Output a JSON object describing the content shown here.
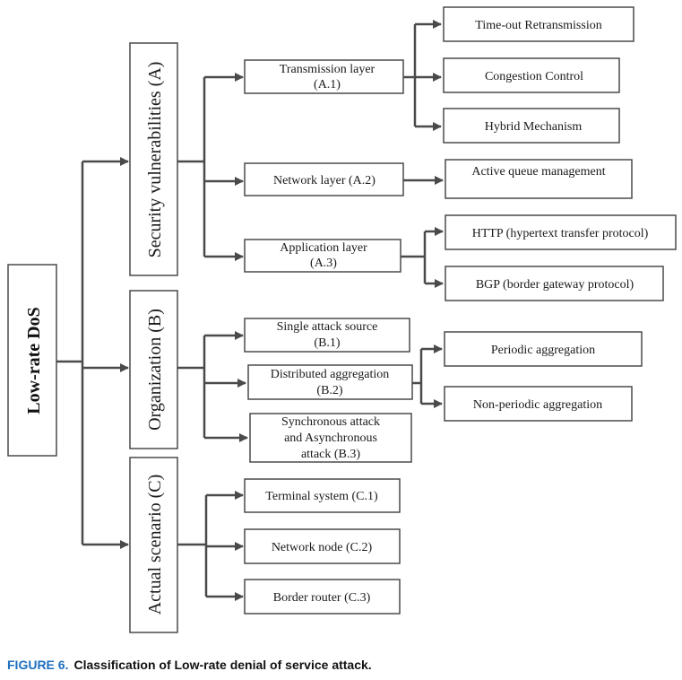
{
  "root": "Low-rate DoS",
  "categories": {
    "a": "Security vulnerabilities (A)",
    "b": "Organization (B)",
    "c": "Actual scenario (C)"
  },
  "a": {
    "transmission": [
      "Transmission layer",
      "(A.1)"
    ],
    "network": "Network layer (A.2)",
    "application": [
      "Application layer",
      "(A.3)"
    ],
    "timeout": "Time-out Retransmission",
    "congestion": "Congestion Control",
    "hybrid": "Hybrid Mechanism",
    "aqm": "Active queue management",
    "http": "HTTP (hypertext transfer protocol)",
    "bgp": "BGP (border gateway protocol)"
  },
  "b": {
    "single": [
      "Single attack source",
      "(B.1)"
    ],
    "distributed": [
      "Distributed aggregation",
      "(B.2)"
    ],
    "sync": [
      "Synchronous attack",
      "and Asynchronous",
      "attack (B.3)"
    ],
    "periodic": "Periodic aggregation",
    "nonperiodic": "Non-periodic aggregation"
  },
  "c": {
    "terminal": "Terminal system (C.1)",
    "node": "Network node (C.2)",
    "router": "Border router (C.3)"
  },
  "caption": {
    "label": "FIGURE 6.",
    "text": "Classification of Low-rate denial of service attack."
  },
  "colors": {
    "caption_label": "#1e6fc0",
    "line": "#4a4a4a"
  }
}
